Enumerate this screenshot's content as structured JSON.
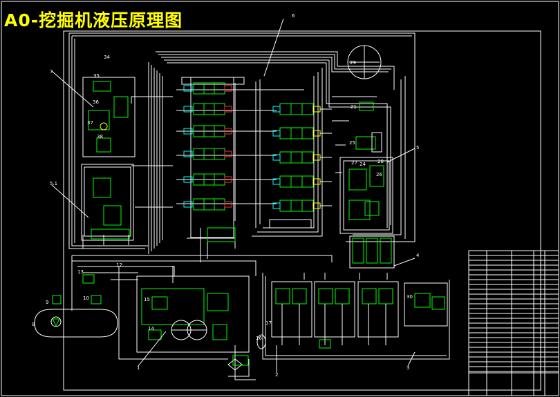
{
  "title": "A0-挖掘机液压原理图",
  "colors": {
    "background": "#000000",
    "title": "#ffff00",
    "lines": "#ffffff",
    "components": "#00ff00",
    "accent": "#00ffff",
    "marks": "#ff3030"
  },
  "callouts": {
    "n7": "7",
    "n6": "6",
    "n5": "5",
    "n51": "5.1",
    "n4": "4",
    "n3": "3",
    "n2": "2",
    "n1": "1",
    "n8": "8",
    "n9": "9",
    "n10": "10",
    "n12": "12",
    "n13": "13",
    "n14": "14",
    "n15": "15",
    "n16": "16",
    "n17": "17",
    "n21": "21",
    "n24": "24",
    "n25": "25",
    "n26": "26",
    "n27": "27",
    "n28": "28",
    "n29": "29",
    "n30": "30",
    "n34": "34",
    "n35": "35",
    "n36": "36",
    "n37": "37",
    "n38": "38"
  }
}
